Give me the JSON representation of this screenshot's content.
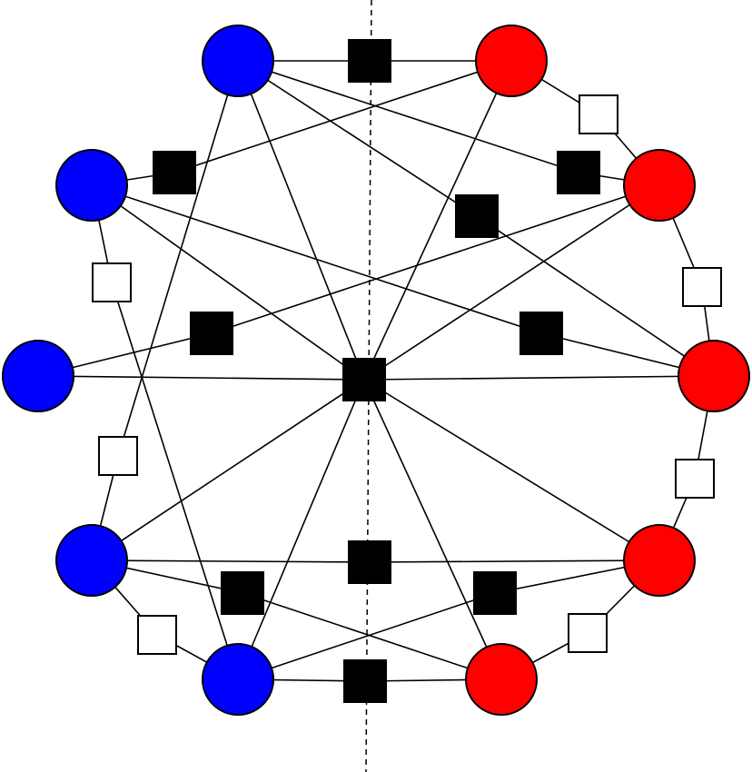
{
  "colors": {
    "background": "#ffffff",
    "blue_node": "#0000ff",
    "red_node": "#ff0000",
    "edge": "#000000",
    "filled_factor": "#000000",
    "hollow_factor": "#ffffff",
    "symmetry_axis": "#000000"
  },
  "nodes": [
    {
      "id": "b1",
      "group": "blue"
    },
    {
      "id": "b2",
      "group": "blue"
    },
    {
      "id": "b3",
      "group": "blue"
    },
    {
      "id": "b4",
      "group": "blue"
    },
    {
      "id": "b5",
      "group": "blue"
    },
    {
      "id": "r1",
      "group": "red"
    },
    {
      "id": "r2",
      "group": "red"
    },
    {
      "id": "r3",
      "group": "red"
    },
    {
      "id": "r4",
      "group": "red"
    },
    {
      "id": "r5",
      "group": "red"
    }
  ],
  "factors": [
    {
      "id": "f-top",
      "kind": "filled",
      "links": [
        "b1",
        "r1"
      ]
    },
    {
      "id": "f-b2-r1",
      "kind": "filled",
      "links": [
        "b2",
        "r1"
      ]
    },
    {
      "id": "f-b1-r2",
      "kind": "filled",
      "links": [
        "b1",
        "r2"
      ]
    },
    {
      "id": "f-b1-r3",
      "kind": "filled",
      "links": [
        "b1",
        "r3"
      ]
    },
    {
      "id": "f-b3-r2",
      "kind": "filled",
      "links": [
        "b3",
        "r2"
      ]
    },
    {
      "id": "f-b2-r3",
      "kind": "filled",
      "links": [
        "b2",
        "r3"
      ]
    },
    {
      "id": "f-center",
      "kind": "filled",
      "links": [
        "b1",
        "r1",
        "b2",
        "r2",
        "b3",
        "r3",
        "b4",
        "r4",
        "b5",
        "r5"
      ]
    },
    {
      "id": "f-b4-r4",
      "kind": "filled",
      "links": [
        "b4",
        "r4"
      ]
    },
    {
      "id": "f-b4-r5",
      "kind": "filled",
      "links": [
        "b4",
        "r5"
      ]
    },
    {
      "id": "f-b5-r4",
      "kind": "filled",
      "links": [
        "b5",
        "r4"
      ]
    },
    {
      "id": "f-bottom",
      "kind": "filled",
      "links": [
        "b5",
        "r5"
      ]
    },
    {
      "id": "h-r1-r2",
      "kind": "hollow",
      "links": [
        "r1",
        "r2"
      ]
    },
    {
      "id": "h-r2-r3",
      "kind": "hollow",
      "links": [
        "r2",
        "r3"
      ]
    },
    {
      "id": "h-r3-r4",
      "kind": "hollow",
      "links": [
        "r3",
        "r4"
      ]
    },
    {
      "id": "h-r4-r5",
      "kind": "hollow",
      "links": [
        "r4",
        "r5"
      ]
    },
    {
      "id": "h-b2-b5",
      "kind": "hollow",
      "links": [
        "b2",
        "b5"
      ]
    },
    {
      "id": "h-b1-b4",
      "kind": "hollow",
      "links": [
        "b1",
        "b4"
      ]
    },
    {
      "id": "h-b4-b5",
      "kind": "hollow",
      "links": [
        "b4",
        "b5"
      ]
    }
  ],
  "symmetry_axis": {
    "style": "dashed",
    "orientation": "vertical"
  }
}
